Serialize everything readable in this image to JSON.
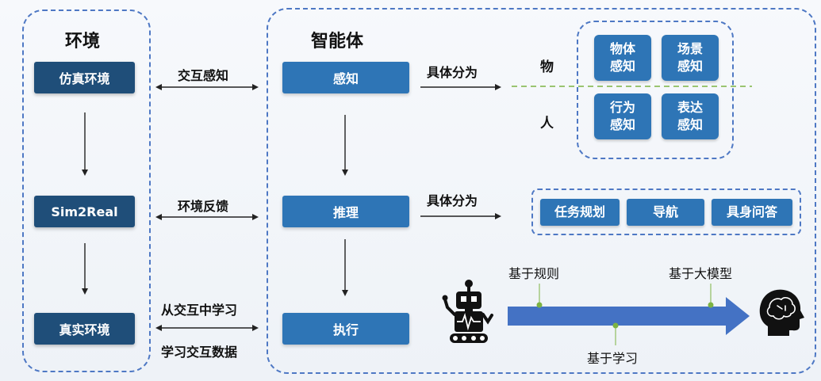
{
  "environment": {
    "title": "环境",
    "nodes": [
      "仿真环境",
      "Sim2Real",
      "真实环境"
    ]
  },
  "interactions": {
    "perception": "交互感知",
    "feedback": "环境反馈",
    "learn_from": "从交互中学习",
    "learn_data": "学习交互数据"
  },
  "agent": {
    "title": "智能体",
    "nodes": [
      "感知",
      "推理",
      "执行"
    ]
  },
  "perception_split": {
    "label": "具体分为",
    "object_label": "物",
    "person_label": "人",
    "tiles": [
      [
        "物体",
        "感知"
      ],
      [
        "场景",
        "感知"
      ],
      [
        "行为",
        "感知"
      ],
      [
        "表达",
        "感知"
      ]
    ]
  },
  "reasoning_split": {
    "label": "具体分为",
    "items": [
      "任务规划",
      "导航",
      "具身问答"
    ]
  },
  "execution_timeline": {
    "milestones": [
      "基于规则",
      "基于学习",
      "基于大模型"
    ]
  },
  "icons": [
    "robot-icon",
    "brain-head-icon"
  ],
  "colors": {
    "dark_blue": "#1f4e79",
    "mid_blue": "#2e75b6",
    "dashed_border": "#4e78c4",
    "green_accent": "#7cb342"
  }
}
